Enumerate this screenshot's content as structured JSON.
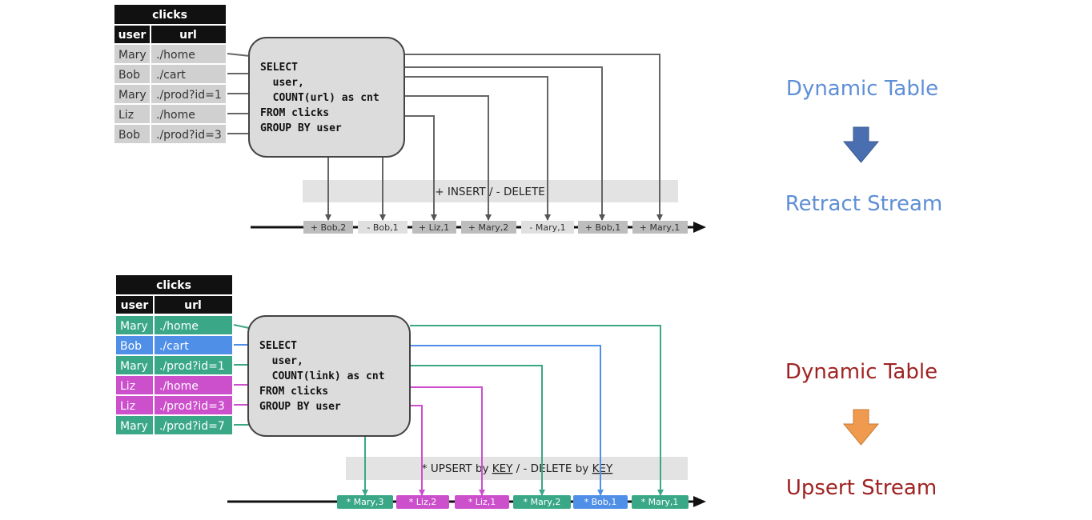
{
  "top": {
    "table_title": "clicks",
    "col_user": "user",
    "col_url": "url",
    "rows": [
      {
        "user": "Mary",
        "url": "./home"
      },
      {
        "user": "Bob",
        "url": "./cart"
      },
      {
        "user": "Mary",
        "url": "./prod?id=1"
      },
      {
        "user": "Liz",
        "url": "./home"
      },
      {
        "user": "Bob",
        "url": "./prod?id=3"
      }
    ],
    "sql": [
      "SELECT",
      "  user,",
      "  COUNT(url) as cnt",
      "FROM clicks",
      "GROUP BY user"
    ],
    "band_label": "+ INSERT / - DELETE",
    "events": [
      "+ Bob,2",
      "- Bob,1",
      "+ Liz,1",
      "+ Mary,2",
      "- Mary,1",
      "+ Bob,1",
      "+ Mary,1"
    ],
    "side_top": "Dynamic Table",
    "side_bottom": "Retract Stream",
    "side_color": "#5f8fd6",
    "arrow_color": "#4a6fb0"
  },
  "bottom": {
    "table_title": "clicks",
    "col_user": "user",
    "col_url": "url",
    "rows": [
      {
        "user": "Mary",
        "url": "./home",
        "color": "#3aa887"
      },
      {
        "user": "Bob",
        "url": "./cart",
        "color": "#4f8fe8"
      },
      {
        "user": "Mary",
        "url": "./prod?id=1",
        "color": "#3aa887"
      },
      {
        "user": "Liz",
        "url": "./home",
        "color": "#cc4fcc"
      },
      {
        "user": "Liz",
        "url": "./prod?id=3",
        "color": "#cc4fcc"
      },
      {
        "user": "Mary",
        "url": "./prod?id=7",
        "color": "#3aa887"
      }
    ],
    "sql": [
      "SELECT",
      "  user,",
      "  COUNT(link) as cnt",
      "FROM clicks",
      "GROUP BY user"
    ],
    "band_prefix": "* UPSERT by ",
    "band_key1": "KEY",
    "band_mid": " / - DELETE by ",
    "band_key2": "KEY",
    "events": [
      {
        "label": "* Mary,3",
        "color": "#3aa887"
      },
      {
        "label": "* Liz,2",
        "color": "#cc4fcc"
      },
      {
        "label": "* Liz,1",
        "color": "#cc4fcc"
      },
      {
        "label": "* Mary,2",
        "color": "#3aa887"
      },
      {
        "label": "* Bob,1",
        "color": "#4f8fe8"
      },
      {
        "label": "* Mary,1",
        "color": "#3aa887"
      }
    ],
    "side_top": "Dynamic Table",
    "side_bottom": "Upsert Stream",
    "side_color": "#a02323",
    "arrow_color": "#ef9a4e"
  }
}
